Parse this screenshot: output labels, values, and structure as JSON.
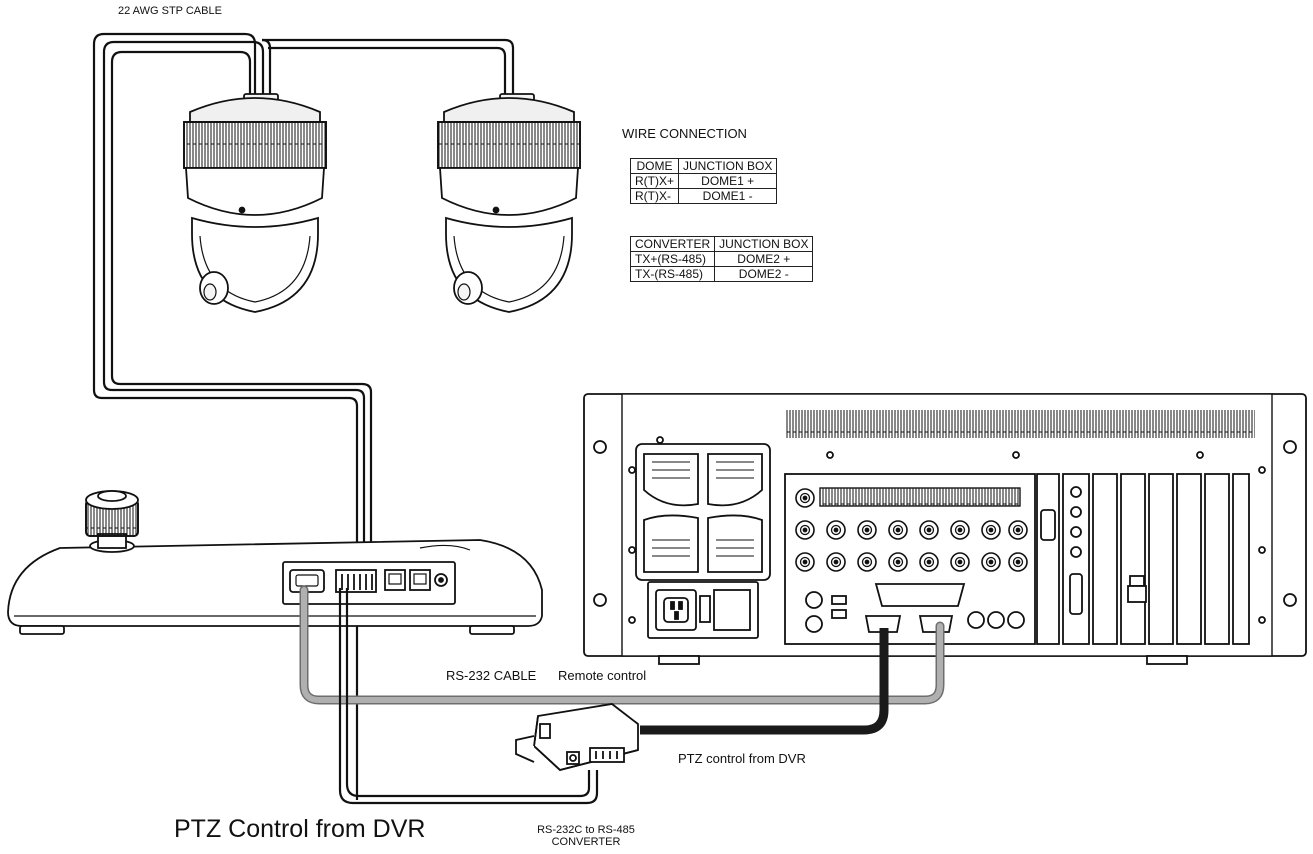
{
  "labels": {
    "cable_stp": "22 AWG STP CABLE",
    "wire_connection": "WIRE CONNECTION",
    "rs232_cable": "RS-232 CABLE",
    "remote_control": "Remote control",
    "ptz_from_dvr_small": "PTZ control from DVR",
    "ptz_from_dvr_large": "PTZ Control from DVR",
    "converter_line1": "RS-232C to RS-485",
    "converter_line2": "CONVERTER"
  },
  "dome_table": {
    "headers": [
      "DOME",
      "JUNCTION BOX"
    ],
    "rows": [
      [
        "R(T)X+",
        "DOME1 +"
      ],
      [
        "R(T)X-",
        "DOME1 -"
      ]
    ]
  },
  "converter_table": {
    "headers": [
      "CONVERTER",
      "JUNCTION BOX"
    ],
    "rows": [
      [
        "TX+(RS-485)",
        "DOME2 +"
      ],
      [
        "TX-(RS-485)",
        "DOME2 -"
      ]
    ]
  },
  "colors": {
    "line": "#111111",
    "gray_cable": "#a8a8a8",
    "black_cable": "#1a1a1a"
  }
}
